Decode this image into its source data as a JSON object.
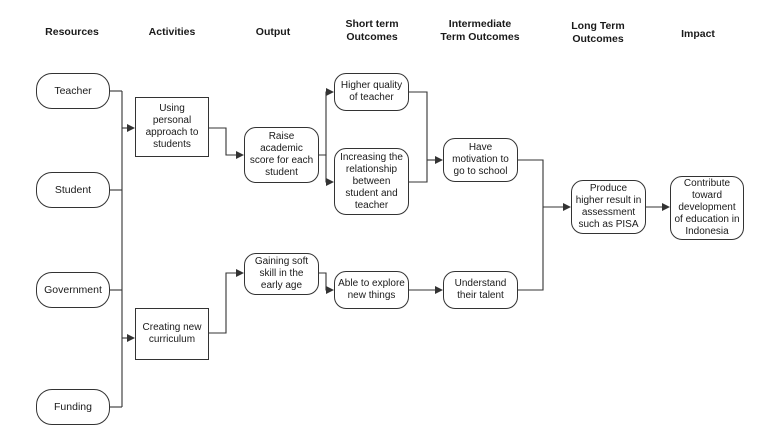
{
  "headers": {
    "resources": "Resources",
    "activities": "Activities",
    "output": "Output",
    "short_term": "Short term\nOutcomes",
    "intermediate": "Intermediate\nTerm Outcomes",
    "long_term": "Long Term\nOutcomes",
    "impact": "Impact"
  },
  "resources": {
    "teacher": "Teacher",
    "student": "Student",
    "government": "Government",
    "funding": "Funding"
  },
  "activities": {
    "personal": "Using\npersonal\napproach to\nstudents",
    "curriculum": "Creating new\ncurriculum"
  },
  "outputs": {
    "academic": "Raise\nacademic\nscore for each\nstudent",
    "soft_skill": "Gaining soft\nskill in the\nearly age"
  },
  "short_term": {
    "quality": "Higher quality\nof teacher",
    "relationship": "Increasing the\nrelationship\nbetween\nstudent and\nteacher",
    "explore": "Able to explore\nnew things"
  },
  "intermediate": {
    "motivation": "Have\nmotivation to\ngo to school",
    "talent": "Understand\ntheir talent"
  },
  "long_term": {
    "pisa": "Produce\nhigher result in\nassessment\nsuch as PISA"
  },
  "impact": {
    "contribute": "Contribute\ntoward\ndevelopment\nof education in\nIndonesia"
  },
  "colors": {
    "stroke": "#333333",
    "text": "#1a1a1a",
    "background": "#ffffff"
  }
}
